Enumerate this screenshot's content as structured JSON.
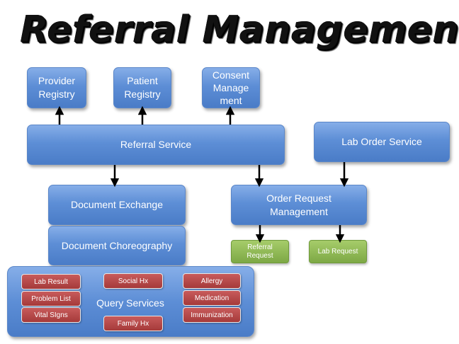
{
  "title": "Referral Management",
  "nodes": {
    "provider_registry": [
      "Provider",
      "Registry"
    ],
    "patient_registry": [
      "Patient",
      "Registry"
    ],
    "consent_management": [
      "Consent",
      "Manage",
      "ment"
    ],
    "referral_service": "Referral Service",
    "lab_order_service": "Lab Order Service",
    "document_exchange": "Document Exchange",
    "document_choreography": "Document Choreography",
    "order_request_management": [
      "Order Request",
      "Management"
    ],
    "referral_request": [
      "Referral",
      "Request"
    ],
    "lab_request": "Lab Request",
    "query_services": "Query Services"
  },
  "query_items": {
    "lab_result": "Lab Result",
    "problem_list": "Problem List",
    "vital_signs": "Vital SIgns",
    "social_hx": "Social Hx",
    "family_hx": "Family Hx",
    "allergy": "Allergy",
    "medication": "Medication",
    "immunization": "Immunization"
  },
  "colors": {
    "blue_box": "#5d8ed6",
    "green_box": "#7da845",
    "red_box": "#a53a3a",
    "arrow": "#000000"
  }
}
